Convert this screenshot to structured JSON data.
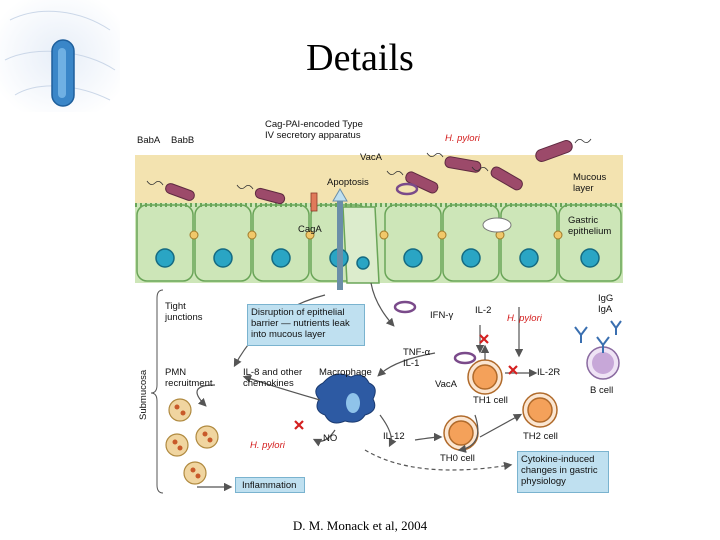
{
  "slide": {
    "title": "Details",
    "caption": "D. M. Monack et al, 2004"
  },
  "diagram": {
    "labels": {
      "baba": "BabA",
      "babb": "BabB",
      "cag_pai": "Cag-PAI-encoded Type IV secretory apparatus",
      "h_pylori_top": "H. pylori",
      "vaca_top": "VacA",
      "apoptosis": "Apoptosis",
      "mucous_layer": "Mucous layer",
      "gastric_epithelium": "Gastric epithelium",
      "caga": "CagA",
      "tight_junctions": "Tight junctions",
      "disruption": "Disruption of epithelial barrier — nutrients leak into mucous layer",
      "ifn": "IFN-γ",
      "il2": "IL-2",
      "h_pylori_mid": "H. pylori",
      "igg_iga": "IgG IgA",
      "pmn": "PMN recruitment",
      "il8": "IL-8 and other chemokines",
      "macrophage": "Macrophage",
      "tnf": "TNF-α IL-1",
      "vaca_mid": "VacA",
      "il2r": "IL-2R",
      "th1": "TH1 cell",
      "b_cell": "B cell",
      "submucosa": "Submucosa",
      "h_pylori_low": "H. pylori",
      "no": "NO",
      "il12": "IL-12",
      "th2": "TH2 cell",
      "th0": "TH0 cell",
      "inflammation": "Inflammation",
      "cytokine": "Cytokine-induced changes in gastric physiology"
    },
    "colors": {
      "mucus": "#f3e3b0",
      "epithelium": "#cde6b8",
      "cell_border": "#6aa558",
      "nucleus": "#2aa5c4",
      "bacterium": "#9c4a6a",
      "macrophage": "#2d5aa3",
      "t_cell": "#f4a15a",
      "b_cell": "#c7a7d8",
      "label_box": "#bfe0f0",
      "inhibit": "#d42020"
    }
  }
}
